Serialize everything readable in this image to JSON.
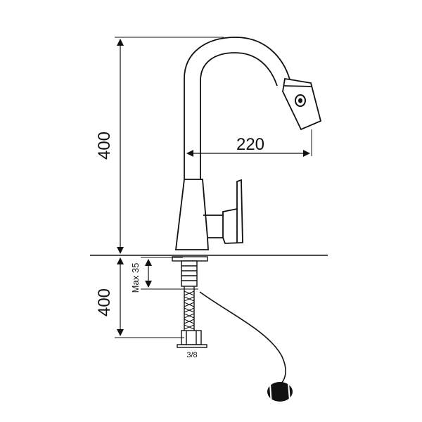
{
  "diagram": {
    "dimensions": {
      "total_height_label": "400",
      "spout_reach_label": "220",
      "hose_length_label": "400",
      "max_thickness_label": "Max 35",
      "connection_label": "3/8"
    },
    "colors": {
      "line": "#111111",
      "background": "#ffffff"
    }
  }
}
